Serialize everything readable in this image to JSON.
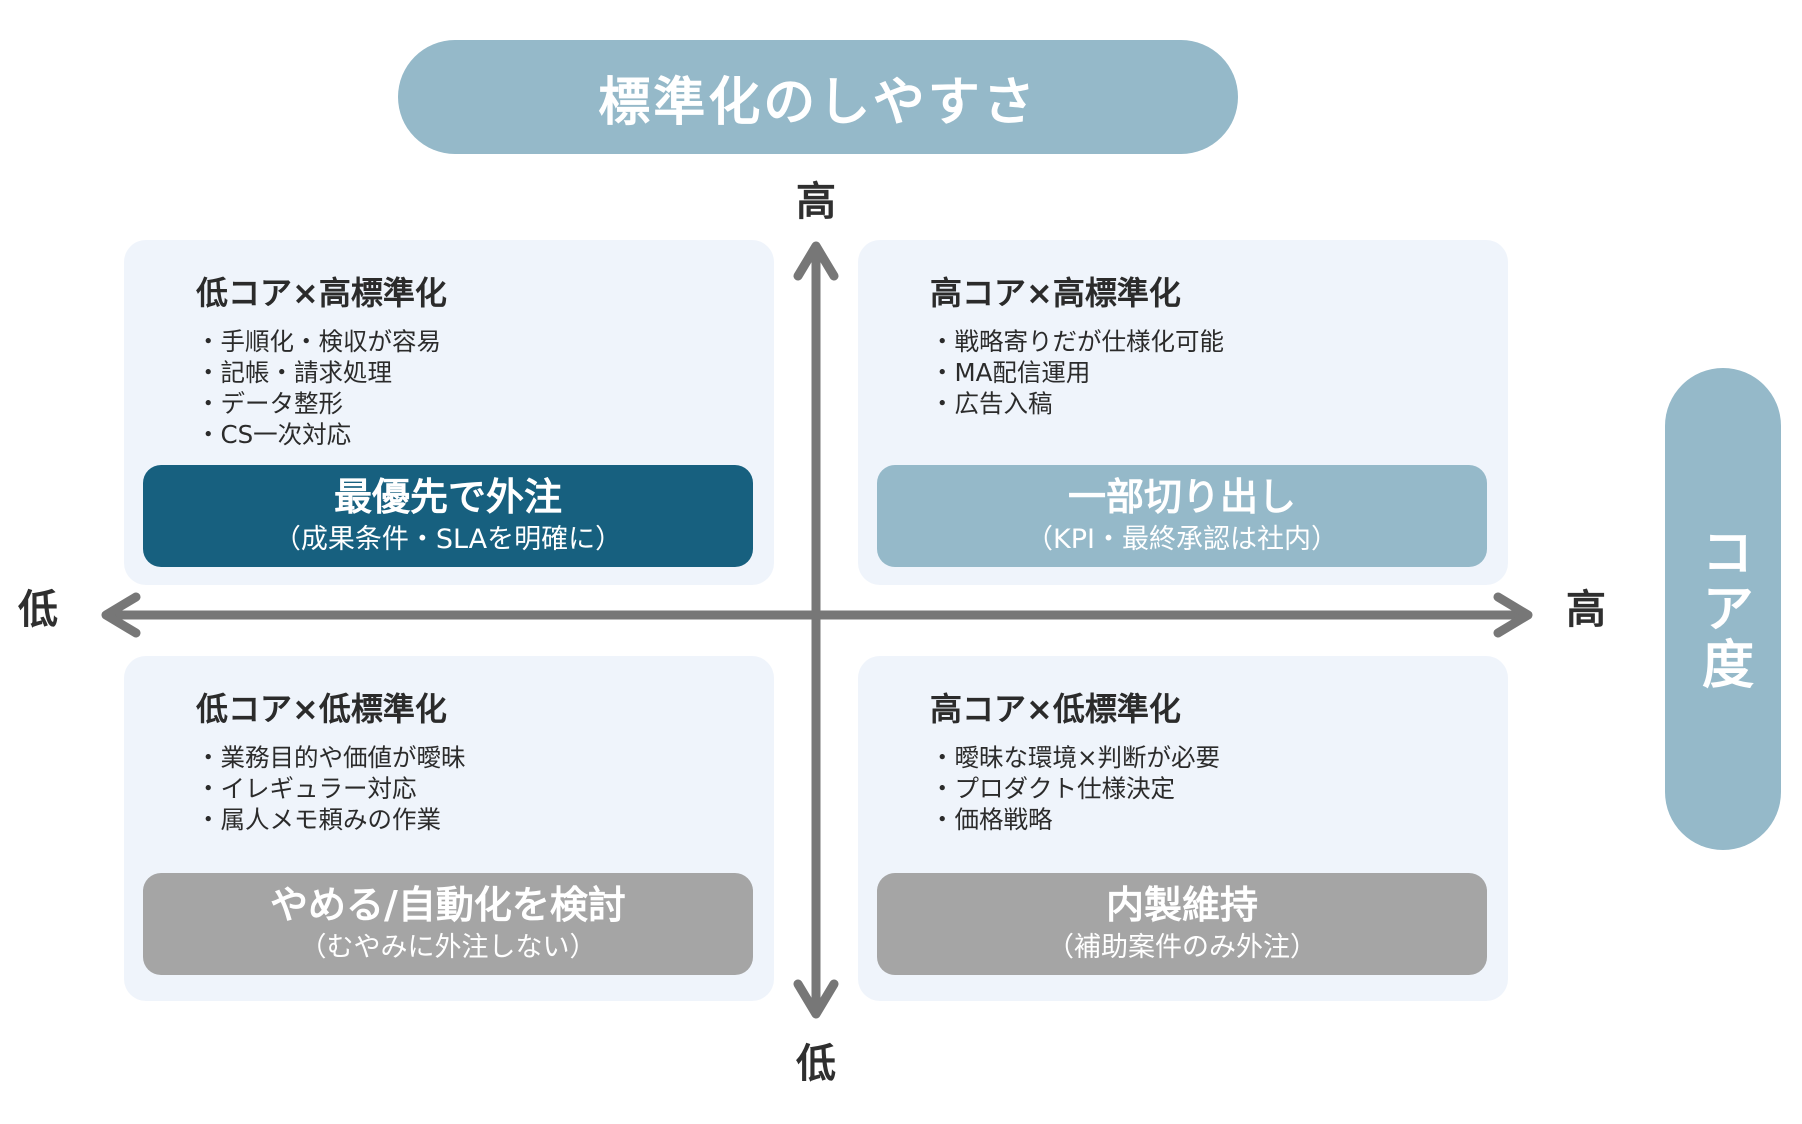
{
  "header": {
    "title": "標準化のしやすさ"
  },
  "side": {
    "title": "コア度"
  },
  "axes": {
    "top": "高",
    "bottom": "低",
    "left": "低",
    "right": "高"
  },
  "colors": {
    "pill": "#95b9c9",
    "quadrant_bg": "#eff4fb",
    "axis": "#777777",
    "badge_priority": "#17607f",
    "badge_partial": "#95b9c9",
    "badge_gray": "#a5a5a5"
  },
  "quadrants": {
    "top_left": {
      "title": "低コア×高標準化",
      "items": [
        "手順化・検収が容易",
        "記帳・請求処理",
        "データ整形",
        "CS一次対応"
      ],
      "badge_main": "最優先で外注",
      "badge_sub": "（成果条件・SLAを明確に）"
    },
    "top_right": {
      "title": "高コア×高標準化",
      "items": [
        "戦略寄りだが仕様化可能",
        "MA配信運用",
        "広告入稿"
      ],
      "badge_main": "一部切り出し",
      "badge_sub": "（KPI・最終承認は社内）"
    },
    "bottom_left": {
      "title": "低コア×低標準化",
      "items": [
        "業務目的や価値が曖昧",
        "イレギュラー対応",
        "属人メモ頼みの作業"
      ],
      "badge_main": "やめる/自動化を検討",
      "badge_sub": "（むやみに外注しない）"
    },
    "bottom_right": {
      "title": "高コア×低標準化",
      "items": [
        "曖昧な環境×判断が必要",
        "プロダクト仕様決定",
        "価格戦略"
      ],
      "badge_main": "内製維持",
      "badge_sub": "（補助案件のみ外注）"
    }
  }
}
